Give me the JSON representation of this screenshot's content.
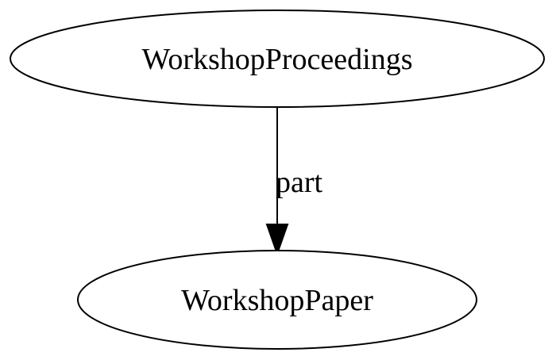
{
  "nodes": {
    "proceedings": {
      "label": "WorkshopProceedings"
    },
    "paper": {
      "label": "WorkshopPaper"
    }
  },
  "edges": [
    {
      "from": "WorkshopProceedings",
      "to": "WorkshopPaper",
      "label": "part"
    }
  ]
}
